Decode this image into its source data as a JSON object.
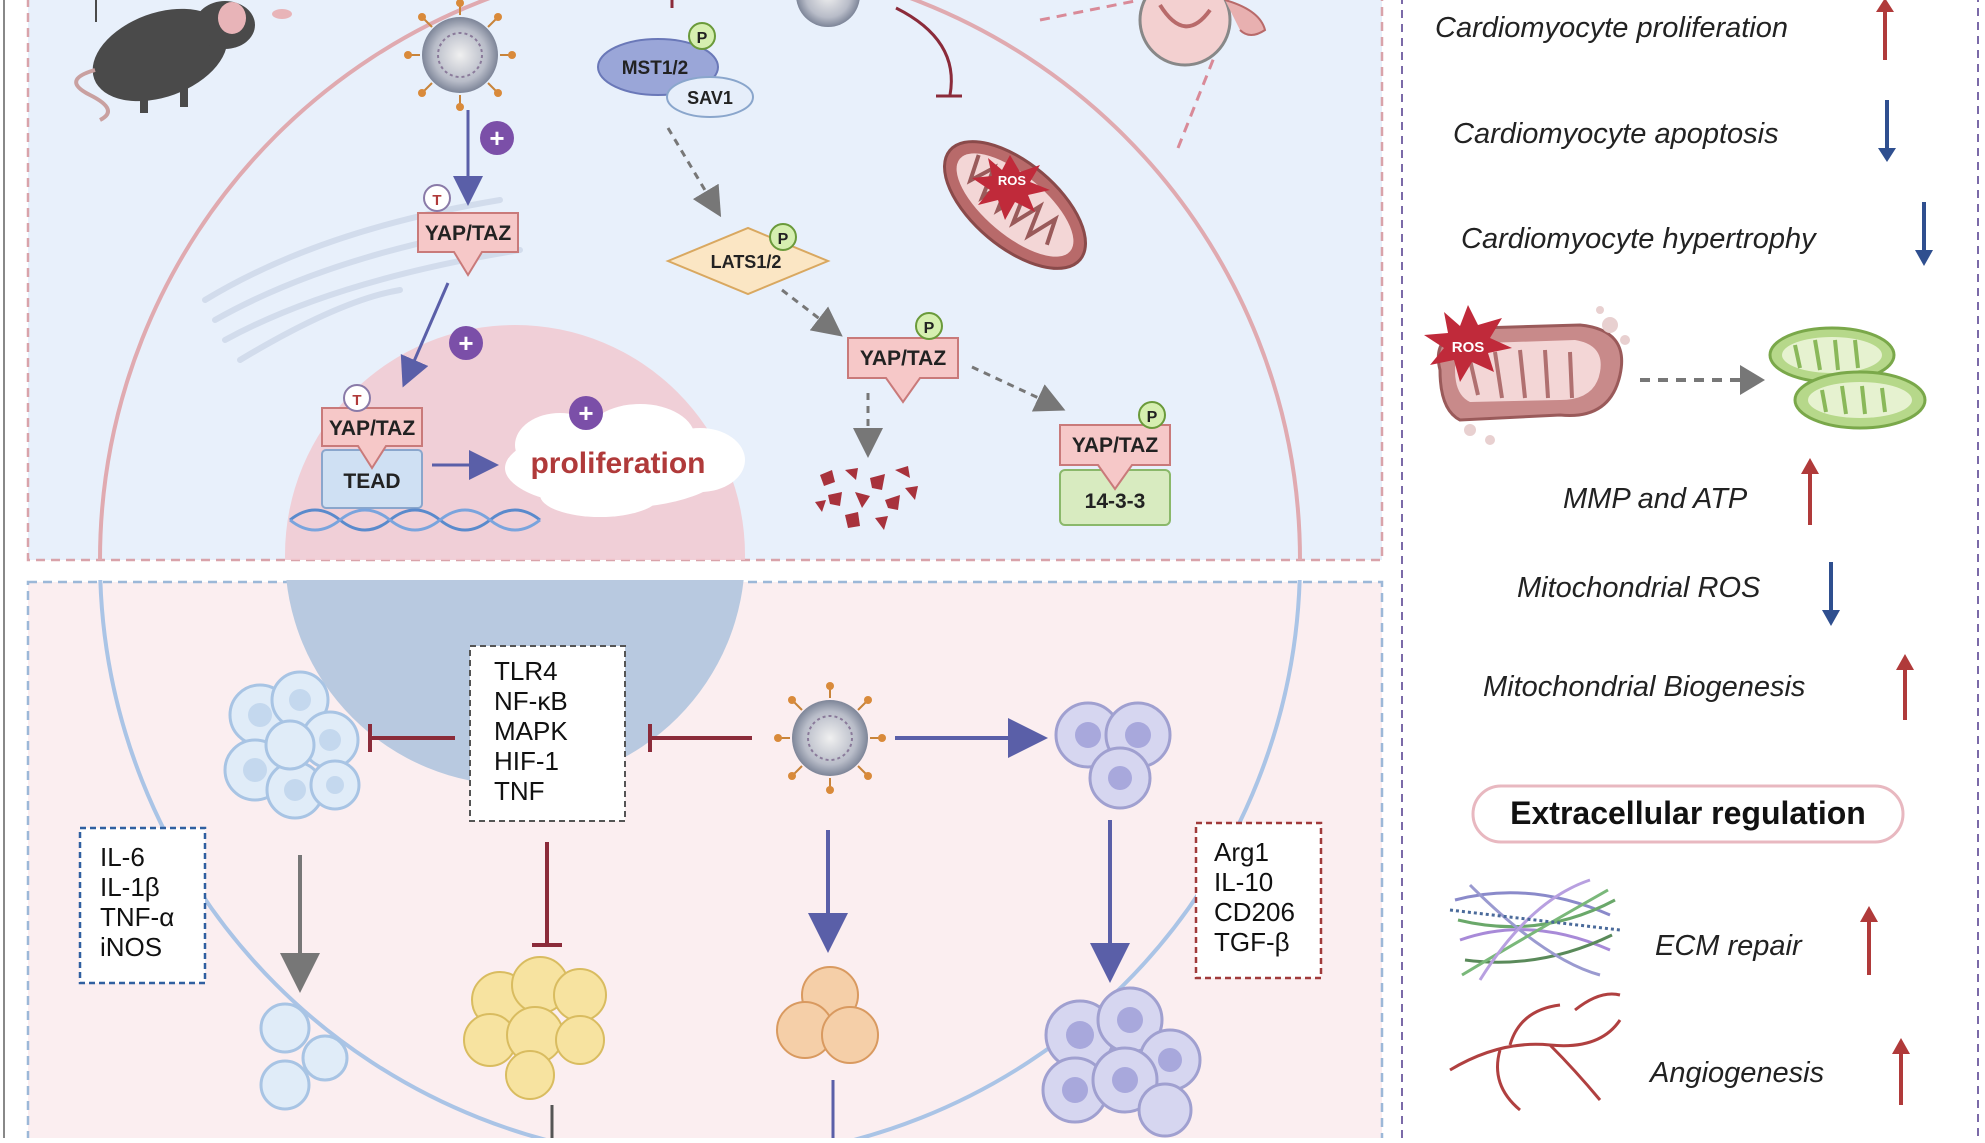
{
  "top_panel": {
    "mst_label": "MST1/2",
    "sav_label": "SAV1",
    "lats_label": "LATS1/2",
    "yap_taz_label": "YAP/TAZ",
    "tead_label": "TEAD",
    "proliferation_label": "proliferation",
    "adaptor_label": "14-3-3",
    "ros_label": "ROS",
    "phospho_badge": "P",
    "t_badge": "T",
    "plus_symbol": "+"
  },
  "bottom_panel": {
    "inhibited_pathways": [
      "TLR4",
      "NF-κB",
      "MAPK",
      "HIF-1",
      "TNF"
    ],
    "m1_markers": [
      "IL-6",
      "IL-1β",
      "TNF-α",
      "iNOS"
    ],
    "m2_markers": [
      "Arg1",
      "IL-10",
      "CD206",
      "TGF-β"
    ]
  },
  "right_panel": {
    "ros_label": "ROS",
    "heading": "Extracellular regulation",
    "effects": [
      {
        "label": "Cardiomyocyte proliferation",
        "direction": "up"
      },
      {
        "label": "Cardiomyocyte apoptosis",
        "direction": "down"
      },
      {
        "label": "Cardiomyocyte hypertrophy",
        "direction": "down"
      },
      {
        "label": "MMP and ATP",
        "direction": "up"
      },
      {
        "label": "Mitochondrial ROS",
        "direction": "down"
      },
      {
        "label": "Mitochondrial Biogenesis",
        "direction": "up"
      },
      {
        "label": "ECM repair",
        "direction": "up"
      },
      {
        "label": "Angiogenesis",
        "direction": "up"
      }
    ]
  },
  "colors": {
    "up_arrow": "#b03a3a",
    "down_arrow": "#2f4f8f",
    "top_bg": "#e8f0fb",
    "bottom_bg": "#fbeef0",
    "plus_badge": "#7b4fa8",
    "inhibit_red": "#8b2b3a",
    "activate_blue": "#5a5fa8",
    "text_red": "#b03a3a"
  }
}
